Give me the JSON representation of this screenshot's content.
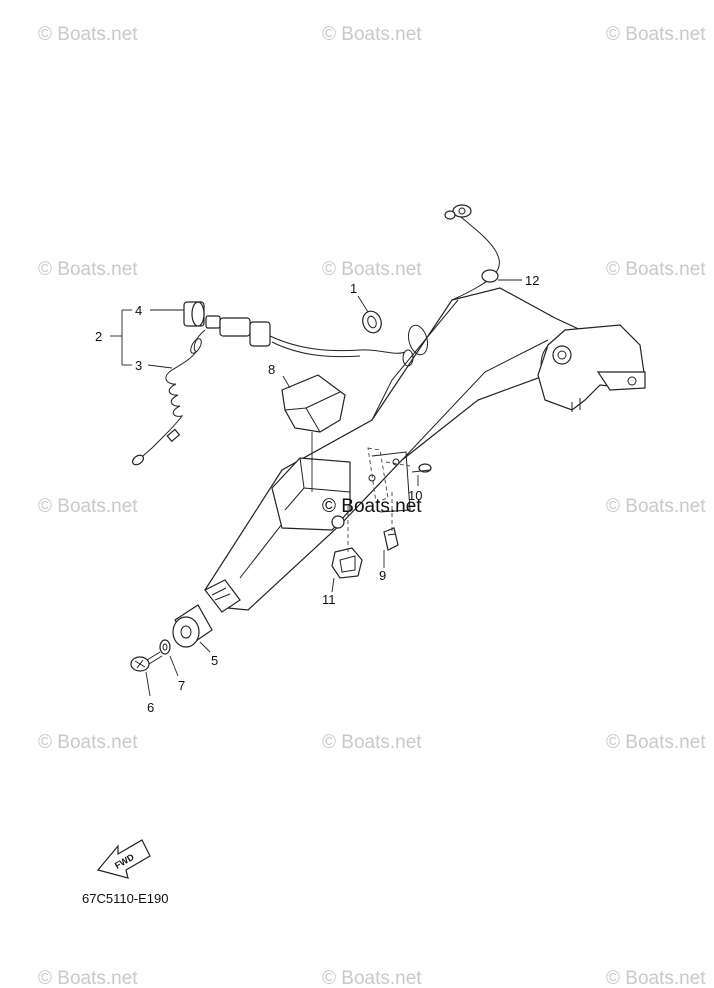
{
  "watermark": {
    "text": "© Boats.net",
    "center_text": "© Boats.net"
  },
  "callouts": [
    "1",
    "2",
    "3",
    "4",
    "5",
    "6",
    "7",
    "8",
    "9",
    "10",
    "11",
    "12"
  ],
  "diagram_code": "67C5110-E190",
  "fwd_label": "FWD"
}
